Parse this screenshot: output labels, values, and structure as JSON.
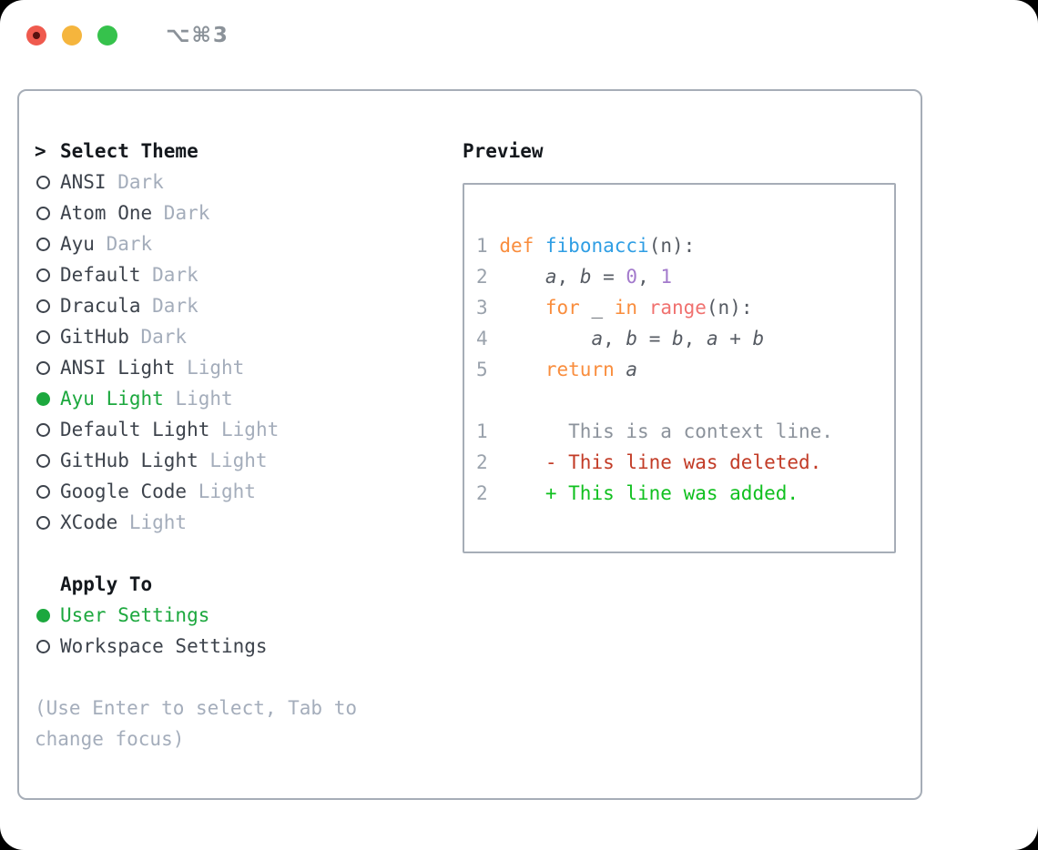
{
  "window": {
    "shortcut": "⌥⌘3",
    "traffic_lights": [
      "close",
      "minimize",
      "zoom"
    ]
  },
  "theme_list": {
    "header": "Select Theme",
    "items": [
      {
        "name": "ANSI",
        "tag": "Dark",
        "selected": false
      },
      {
        "name": "Atom One",
        "tag": "Dark",
        "selected": false
      },
      {
        "name": "Ayu",
        "tag": "Dark",
        "selected": false
      },
      {
        "name": "Default",
        "tag": "Dark",
        "selected": false
      },
      {
        "name": "Dracula",
        "tag": "Dark",
        "selected": false
      },
      {
        "name": "GitHub",
        "tag": "Dark",
        "selected": false
      },
      {
        "name": "ANSI Light",
        "tag": "Light",
        "selected": false
      },
      {
        "name": "Ayu Light",
        "tag": "Light",
        "selected": true
      },
      {
        "name": "Default Light",
        "tag": "Light",
        "selected": false
      },
      {
        "name": "GitHub Light",
        "tag": "Light",
        "selected": false
      },
      {
        "name": "Google Code",
        "tag": "Light",
        "selected": false
      },
      {
        "name": "XCode",
        "tag": "Light",
        "selected": false
      }
    ]
  },
  "apply_to": {
    "header": "Apply To",
    "options": [
      {
        "label": "User Settings",
        "selected": true
      },
      {
        "label": "Workspace Settings",
        "selected": false
      }
    ]
  },
  "hint": "(Use Enter to select, Tab to change focus)",
  "preview": {
    "header": "Preview",
    "code": {
      "l1": {
        "num": "1",
        "sp": " ",
        "kw": "def ",
        "fn": "fibonacci",
        "tail": "(n):"
      },
      "l2": {
        "num": "2",
        "ind": "     ",
        "v1": "a",
        "p1": ", ",
        "v2": "b",
        "p2": " = ",
        "n1": "0",
        "p3": ", ",
        "n2": "1"
      },
      "l3": {
        "num": "3",
        "ind": "     ",
        "kw1": "for ",
        "u": "_ ",
        "kw2": "in ",
        "call": "range",
        "tail": "(n):"
      },
      "l4": {
        "num": "4",
        "ind": "         ",
        "v1": "a",
        "p1": ", ",
        "v2": "b",
        "p2": " = ",
        "v3": "b",
        "p3": ", ",
        "v4": "a",
        "p4": " + ",
        "v5": "b"
      },
      "l5": {
        "num": "5",
        "ind": "     ",
        "kw": "return ",
        "v": "a"
      }
    },
    "diff": {
      "context": {
        "num": "1",
        "text": "       This is a context line."
      },
      "deleted": {
        "num": "2",
        "text": "     - This line was deleted."
      },
      "added": {
        "num": "2",
        "text": "     + This line was added."
      }
    }
  },
  "colors": {
    "accent_green": "#1ca83e",
    "text_dark": "#3d434c",
    "heading": "#14181d",
    "muted": "#a4adbb",
    "panel_border": "#a6adb7",
    "syntax_keyword": "#f98d3d",
    "syntax_function": "#2f9ee4",
    "syntax_number": "#a37acc",
    "syntax_call": "#f0716f",
    "syntax_foreground": "#565b63",
    "line_number": "#9aa2ac",
    "diff_deleted": "#c23b26",
    "diff_added": "#10c01f",
    "traffic_red": "#ef5a4e",
    "traffic_yellow": "#f5b53d",
    "traffic_green": "#36c24c"
  }
}
